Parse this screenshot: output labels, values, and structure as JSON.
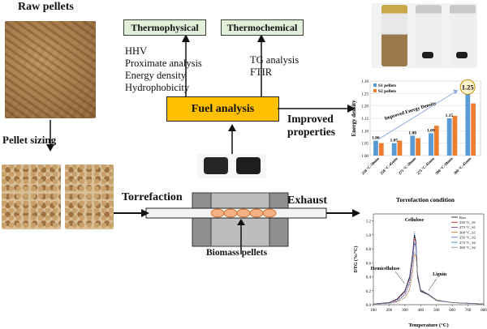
{
  "labels": {
    "raw_pellets": "Raw pellets",
    "pellet_sizing": "Pellet sizing",
    "torrefaction": "Torrefaction",
    "exhaust": "Exhaust",
    "biomass_pellets": "Biomass pellets",
    "fuel_analysis": "Fuel analysis",
    "improved_properties": "Improved properties",
    "thermophysical": "Thermophysical",
    "thermochemical": "Thermochemical"
  },
  "thermophysical_items": [
    "HHV",
    "Proximate analysis",
    "Energy density",
    "Hydrophobicity"
  ],
  "thermochemical_items": [
    "TG analysis",
    "FTIR"
  ],
  "colors": {
    "s1": "#5b9bd5",
    "s2": "#ed7d31",
    "fuel_box": "#ffc000",
    "green_box": "#e2efd9"
  },
  "chart_data": [
    {
      "type": "bar",
      "categories": [
        "250 °C-30min",
        "250 °C-45min",
        "275 °C-30min",
        "275 °C-45min",
        "300 °C-30min",
        "300 °C-45min"
      ],
      "series": [
        {
          "name": "S1 pellets",
          "values": [
            1.06,
            1.05,
            1.08,
            1.09,
            1.15,
            1.25
          ]
        },
        {
          "name": "S2 pellets",
          "values": [
            1.05,
            1.06,
            1.07,
            1.12,
            1.16,
            1.21
          ]
        }
      ],
      "data_labels": [
        "1.06",
        "1.05",
        "1.08",
        "1.09",
        "1.15",
        "1.25"
      ],
      "ylabel": "Energy density",
      "xlabel": "Torrefaction condition",
      "ylim": [
        1.0,
        1.3
      ],
      "yticks": [
        "1.00",
        "1.05",
        "1.10",
        "1.15",
        "1.20",
        "1.25",
        "1.30"
      ],
      "annotation": "Improved Energy Density",
      "legend": "top-left",
      "grid": true
    },
    {
      "type": "line",
      "xlabel": "Temperature (°C)",
      "ylabel": "DTG (%/°C)",
      "xticks": [
        "100",
        "200",
        "300",
        "400",
        "500",
        "600",
        "700",
        "800"
      ],
      "yticks": [
        "0.0",
        "0.2",
        "0.4",
        "0.6",
        "0.8",
        "1.0",
        "1.2"
      ],
      "xlim": [
        100,
        800
      ],
      "ylim": [
        0,
        1.3
      ],
      "annotations": [
        "Cellulose",
        "Hemicellulose",
        "Lignin"
      ],
      "legend": "top-right",
      "series": [
        {
          "name": "Raw",
          "color": "#000000",
          "x": [
            100,
            200,
            250,
            300,
            330,
            350,
            360,
            370,
            380,
            400,
            420,
            450,
            500,
            600,
            800
          ],
          "y": [
            0.01,
            0.03,
            0.08,
            0.2,
            0.4,
            0.75,
            1.0,
            0.9,
            0.4,
            0.19,
            0.17,
            0.14,
            0.06,
            0.03,
            0.01
          ]
        },
        {
          "name": "250 °C_S1",
          "color": "#c00000",
          "x": [
            100,
            200,
            250,
            300,
            330,
            350,
            360,
            370,
            380,
            400,
            420,
            450,
            500,
            600,
            800
          ],
          "y": [
            0.01,
            0.03,
            0.07,
            0.18,
            0.37,
            0.72,
            0.96,
            0.88,
            0.42,
            0.2,
            0.18,
            0.14,
            0.06,
            0.03,
            0.01
          ]
        },
        {
          "name": "275 °C_S1",
          "color": "#7030a0",
          "x": [
            100,
            200,
            250,
            300,
            330,
            350,
            360,
            370,
            380,
            400,
            420,
            450,
            500,
            600,
            800
          ],
          "y": [
            0.01,
            0.02,
            0.05,
            0.14,
            0.3,
            0.62,
            0.88,
            0.82,
            0.44,
            0.21,
            0.18,
            0.15,
            0.06,
            0.03,
            0.01
          ]
        },
        {
          "name": "300 °C_S1",
          "color": "#e46c0a",
          "x": [
            100,
            200,
            250,
            300,
            330,
            350,
            360,
            370,
            380,
            400,
            420,
            450,
            500,
            600,
            800
          ],
          "y": [
            0.01,
            0.02,
            0.04,
            0.1,
            0.22,
            0.48,
            0.72,
            0.7,
            0.45,
            0.22,
            0.19,
            0.15,
            0.07,
            0.03,
            0.01
          ]
        },
        {
          "name": "250 °C_S2",
          "color": "#4472c4",
          "x": [
            100,
            200,
            250,
            300,
            330,
            350,
            360,
            370,
            380,
            400,
            420,
            450,
            500,
            600,
            800
          ],
          "y": [
            0.01,
            0.03,
            0.07,
            0.19,
            0.38,
            0.74,
            1.05,
            0.92,
            0.42,
            0.2,
            0.18,
            0.14,
            0.06,
            0.03,
            0.01
          ]
        },
        {
          "name": "275 °C_S2",
          "color": "#2e75b6",
          "x": [
            100,
            200,
            250,
            300,
            330,
            350,
            360,
            370,
            380,
            400,
            420,
            450,
            500,
            600,
            800
          ],
          "y": [
            0.01,
            0.02,
            0.05,
            0.15,
            0.32,
            0.65,
            0.9,
            0.84,
            0.44,
            0.21,
            0.18,
            0.15,
            0.06,
            0.03,
            0.01
          ]
        },
        {
          "name": "300 °C_S2",
          "color": "#808080",
          "x": [
            100,
            200,
            250,
            300,
            330,
            350,
            360,
            370,
            380,
            400,
            420,
            450,
            500,
            600,
            800
          ],
          "y": [
            0.01,
            0.02,
            0.04,
            0.1,
            0.23,
            0.5,
            0.75,
            0.72,
            0.45,
            0.22,
            0.19,
            0.15,
            0.07,
            0.03,
            0.01
          ]
        }
      ]
    }
  ]
}
